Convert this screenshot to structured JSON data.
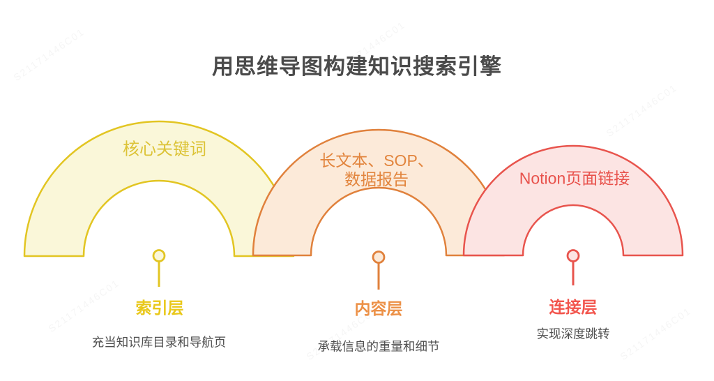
{
  "title": "用思维导图构建知识搜索引擎",
  "colors": {
    "title_text": "#4a4a4a",
    "description_text": "#4f4f4f",
    "background": "#ffffff"
  },
  "watermark": "S21171446C01",
  "layers": [
    {
      "arch_label_lines": [
        "核心关键词"
      ],
      "layer_name": "索引层",
      "description": "充当知识库目录和导航页",
      "stroke": "#e2c522",
      "fill": "#faf7d9",
      "arch_text_color": "#dcc337",
      "label_color": "#e9c81a"
    },
    {
      "arch_label_lines": [
        "长文本、SOP、",
        "数据报告"
      ],
      "layer_name": "内容层",
      "description": "承载信息的重量和细节",
      "stroke": "#e0813c",
      "fill": "#fcead9",
      "arch_text_color": "#e2853e",
      "label_color": "#ec9046"
    },
    {
      "arch_label_lines": [
        "Notion页面链接"
      ],
      "layer_name": "连接层",
      "description": "实现深度跳转",
      "stroke": "#e8544d",
      "fill": "#fce4e3",
      "arch_text_color": "#e8524c",
      "label_color": "#f2554d"
    }
  ]
}
